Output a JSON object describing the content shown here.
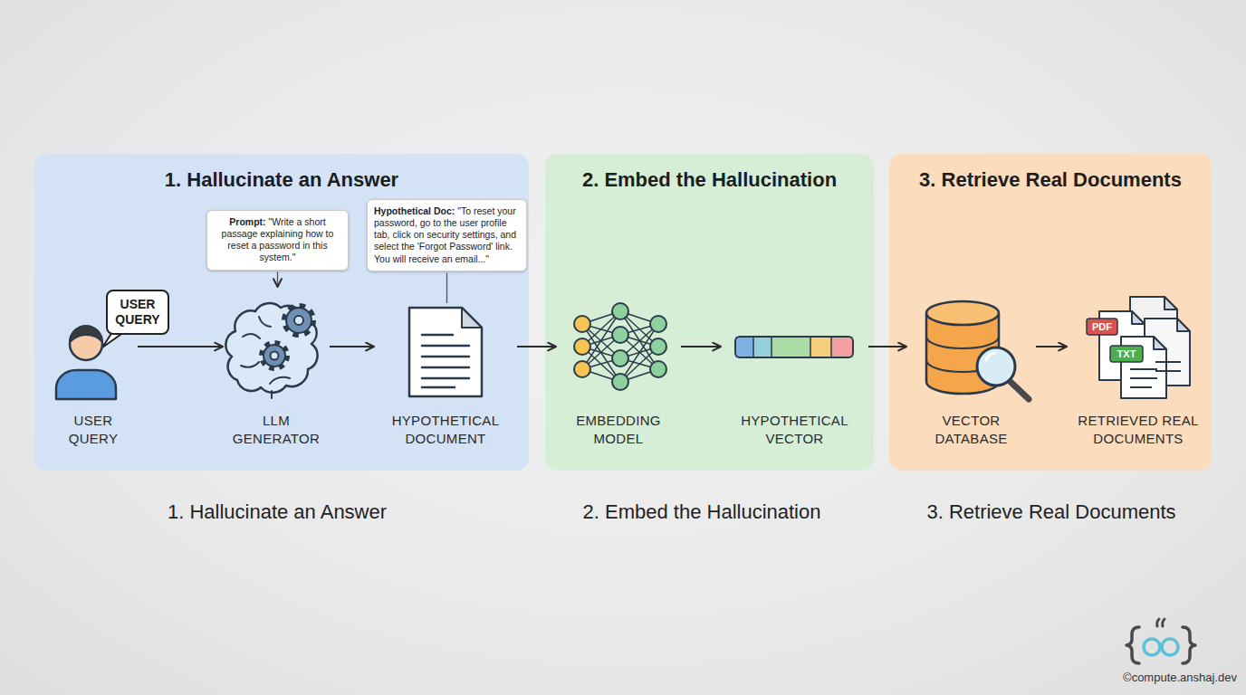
{
  "diagram": {
    "nodes": [
      {
        "text": [
          "1. Hallucinate an Answer"
        ]
      },
      {
        "text": [
          "USER QUERY"
        ],
        "in": 0
      },
      {
        "text": [
          "USER QUERY"
        ],
        "in": 0
      },
      {
        "text": [
          "Prompt:",
          "\"Write a short passage explaining how to reset a password in this system.\""
        ],
        "in": 0
      },
      {
        "text": [
          "LLM GENERATOR"
        ],
        "in": 0
      },
      {
        "text": [
          "Hypothetical Doc:",
          "\"To reset your password, go to the user profile tab, click on security settings, and select the 'Forgot Password' link. You will receive an email...\""
        ],
        "in": 0
      },
      {
        "text": [
          "HYPOTHETICAL DOCUMENT"
        ],
        "in": 0
      },
      {
        "text": [
          "2. Embed the Hallucination"
        ]
      },
      {
        "text": [
          "EMBEDDING MODEL"
        ],
        "in": 7
      },
      {
        "text": [
          "HYPOTHETICAL VECTOR"
        ],
        "in": 7
      },
      {
        "text": [
          "3. Retrieve Real Documents"
        ]
      },
      {
        "text": [
          "VECTOR DATABASE"
        ],
        "in": 10
      },
      {
        "text": [
          "RETRIEVED REAL DOCUMENTS"
        ],
        "in": 10
      }
    ],
    "edges": [
      {
        "from": 2,
        "to": 4,
        "arrow": "to"
      },
      {
        "from": 4,
        "to": 6,
        "arrow": "to"
      },
      {
        "from": 6,
        "to": 8,
        "arrow": "to"
      },
      {
        "from": 8,
        "to": 9,
        "arrow": "to"
      },
      {
        "from": 9,
        "to": 11,
        "arrow": "to"
      },
      {
        "from": 11,
        "to": 12,
        "arrow": "to"
      },
      {
        "from": 3,
        "to": 4,
        "arrow": "to"
      },
      {
        "from": 5,
        "to": 6,
        "arrow": "none"
      }
    ],
    "labels": [
      "1. Hallucinate an Answer",
      "2. Embed the Hallucination",
      "3. Retrieve Real Documents",
      "PDF",
      "TXT",
      "©compute.anshaj.dev"
    ]
  }
}
